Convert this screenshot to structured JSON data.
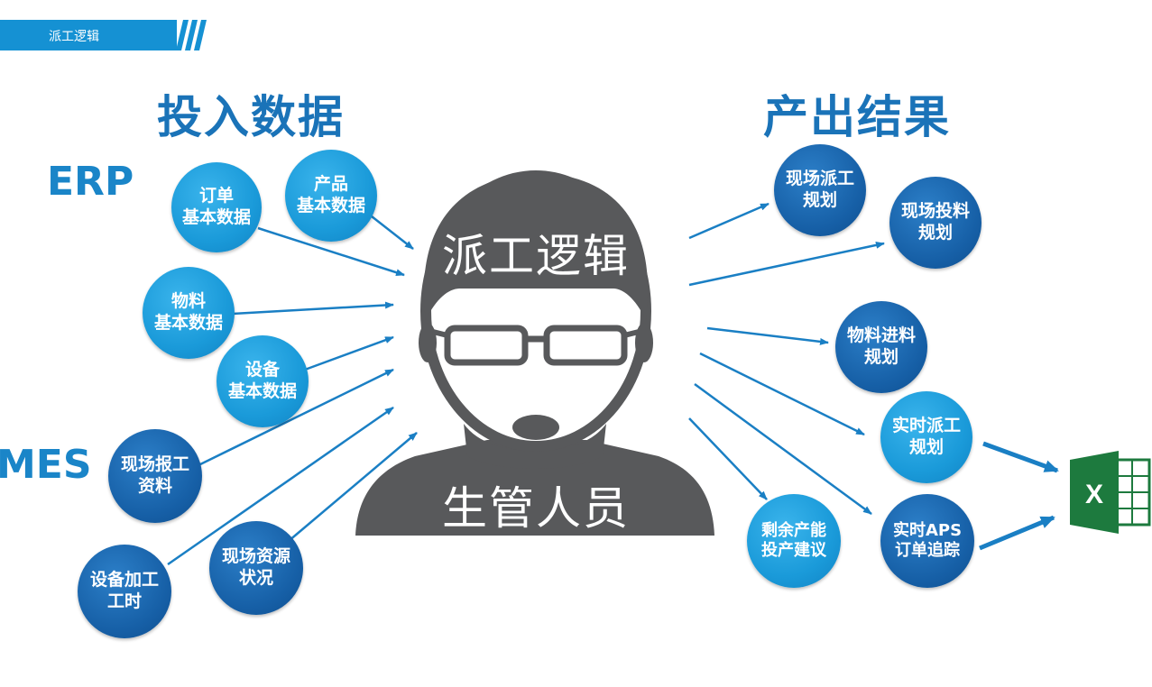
{
  "header": {
    "tab_label": "派工逻辑"
  },
  "diagram": {
    "input_title": "投入数据",
    "output_title": "产出结果",
    "sources": {
      "erp": "ERP",
      "mes": "MES"
    },
    "center": {
      "head_text": "派工逻辑",
      "body_text": "生管人员"
    },
    "inputs": [
      {
        "line1": "订单",
        "line2": "基本数据"
      },
      {
        "line1": "产品",
        "line2": "基本数据"
      },
      {
        "line1": "物料",
        "line2": "基本数据"
      },
      {
        "line1": "设备",
        "line2": "基本数据"
      },
      {
        "line1": "现场报工",
        "line2": "资料"
      },
      {
        "line1": "设备加工",
        "line2": "工时"
      },
      {
        "line1": "现场资源",
        "line2": "状况"
      }
    ],
    "outputs": [
      {
        "line1": "现场派工",
        "line2": "规划"
      },
      {
        "line1": "现场投料",
        "line2": "规划"
      },
      {
        "line1": "物料进料",
        "line2": "规划"
      },
      {
        "line1": "实时派工",
        "line2": "规划"
      },
      {
        "line1": "剩余产能",
        "line2": "投产建议"
      },
      {
        "line1": "实时APS",
        "line2": "订单追踪"
      }
    ],
    "excel_icon_letter": "X",
    "colors": {
      "accent": "#1591d3",
      "bubble_light": "#1a9ad9",
      "bubble_dark": "#165fa6",
      "person": "#58595b",
      "excel_green": "#1d7a3e"
    }
  }
}
